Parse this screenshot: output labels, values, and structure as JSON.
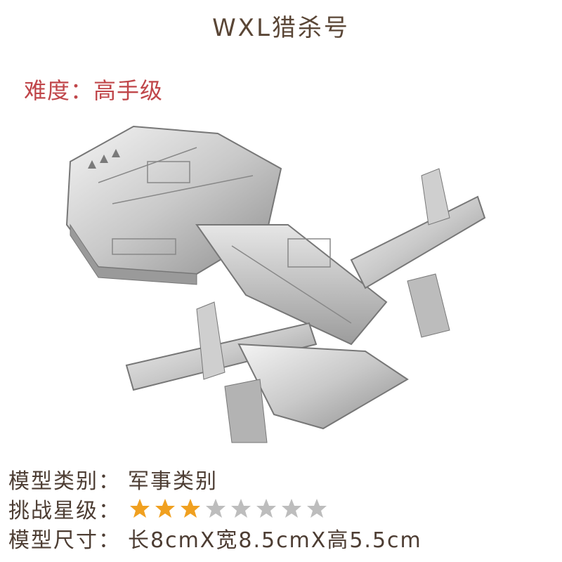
{
  "title": "WXL猎杀号",
  "difficulty": "难度：高手级",
  "specs": {
    "category_label": "模型类别：",
    "category_value": "军事类别",
    "challenge_label": "挑战星级：",
    "size_label": "模型尺寸：",
    "size_value": "长8cmX宽8.5cmX高5.5cm"
  },
  "rating": {
    "filled": 3,
    "total": 8,
    "filled_color": "#f0a020",
    "empty_color": "#bdbdbd"
  },
  "colors": {
    "title": "#5a4636",
    "difficulty": "#c0464a",
    "spec_text": "#4d3d33"
  }
}
